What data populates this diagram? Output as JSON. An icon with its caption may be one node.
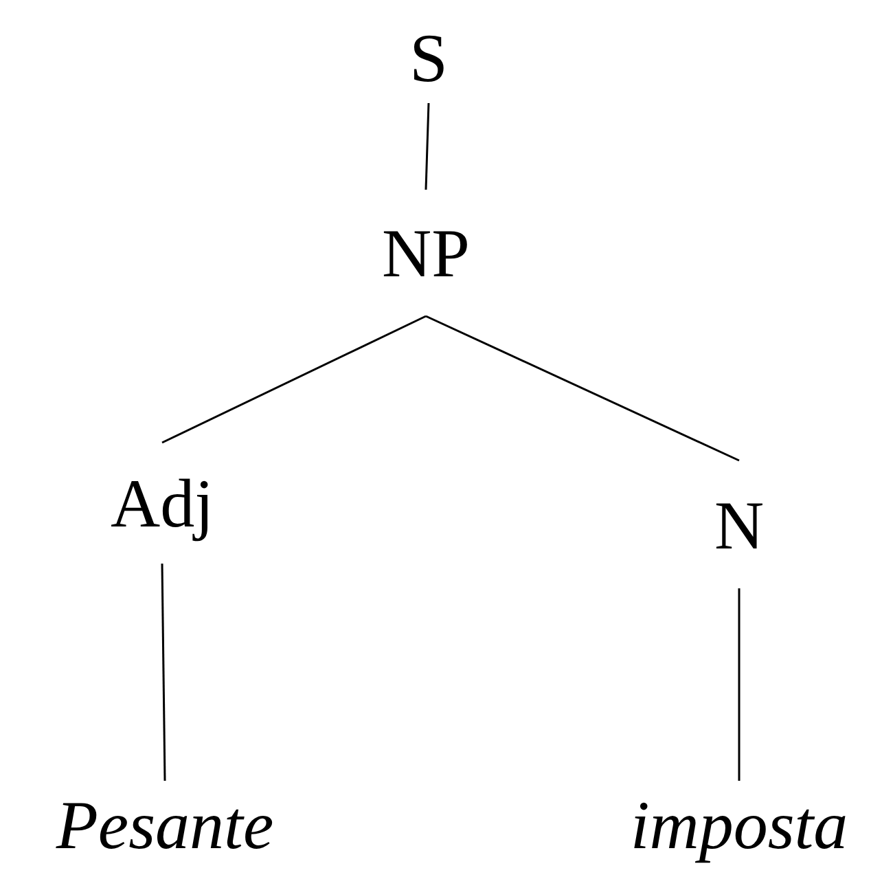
{
  "diagram": {
    "nodes": [
      {
        "text": [
          "S"
        ]
      },
      {
        "text": [
          "NP"
        ]
      },
      {
        "text": [
          "Adj"
        ]
      },
      {
        "text": [
          "N"
        ]
      },
      {
        "text": [
          "Pesante"
        ]
      },
      {
        "text": [
          "imposta"
        ]
      }
    ],
    "edges": [
      {
        "from": 0,
        "to": 1,
        "arrow": "none"
      },
      {
        "from": 1,
        "to": 2,
        "arrow": "none"
      },
      {
        "from": 1,
        "to": 3,
        "arrow": "none"
      },
      {
        "from": 2,
        "to": 4,
        "arrow": "none"
      },
      {
        "from": 3,
        "to": 5,
        "arrow": "none"
      }
    ]
  }
}
